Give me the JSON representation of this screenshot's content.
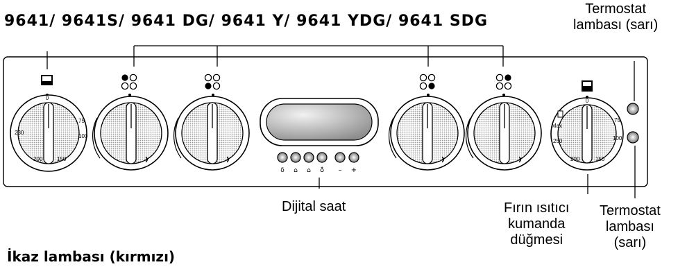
{
  "model_title": "9641/ 9641S/ 9641 DG/ 9641 Y/ 9641 YDG/ 9641 SDG",
  "labels": {
    "thermostat_top": [
      "Termostat",
      "lambası (sarı)"
    ],
    "digital_clock": "Dijital saat",
    "oven_heater_knob": [
      "Fırın ısıtıcı",
      "kumanda",
      "düğmesi"
    ],
    "thermostat_bottom": [
      "Termostat",
      "lambası",
      "(sarı)"
    ],
    "warning_lamp": "İkaz lambası (kırmızı)"
  },
  "knob_left_scale": {
    "top": "0",
    "a": "75",
    "b": "100",
    "c": "150",
    "d": "200",
    "e": "230"
  },
  "knob_right_scale": {
    "top": "0",
    "a": "75",
    "b": "100",
    "c": "150",
    "d": "200",
    "e": "250",
    "max": "Max"
  },
  "clock_buttons": [
    "ẟ",
    "⌂",
    "⌂",
    "♁",
    "–",
    "+"
  ],
  "colors": {
    "ink": "#000000",
    "panel": "#ffffff",
    "dial_fill": "#d9d9d9"
  }
}
